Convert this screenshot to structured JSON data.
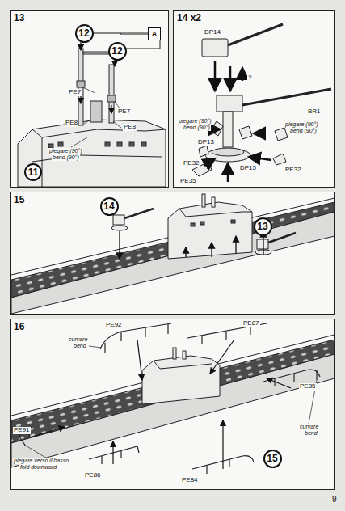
{
  "diagram": {
    "nodes": [
      {
        "text": [
          "13"
        ]
      },
      {
        "text": [
          "12"
        ],
        "in": 0
      },
      {
        "text": [
          "12"
        ],
        "in": 0
      },
      {
        "text": [
          "A"
        ],
        "in": 0
      },
      {
        "text": [
          "11"
        ],
        "in": 0
      },
      {
        "text": [
          "14 x2"
        ]
      },
      {
        "text": [
          "15"
        ]
      },
      {
        "text": [
          "14"
        ],
        "in": 6
      },
      {
        "text": [
          "13"
        ],
        "in": 6
      },
      {
        "text": [
          "16"
        ]
      },
      {
        "text": [
          "15"
        ],
        "in": 9
      }
    ],
    "edges": [
      {
        "from": 1,
        "to": 3,
        "arrow": "none"
      }
    ],
    "labels": [
      "PE7",
      "PE7",
      "PE8",
      "PE8",
      "piegare (90°)",
      "bend (90°)",
      "DP14",
      "?",
      "BR1",
      "piegare (90°)",
      "bend (90°)",
      "DP13",
      "PE32",
      "PE35",
      "DP15",
      "PE32",
      "piegare (90°)",
      "bend (90°)",
      "PE92",
      "PE87",
      "PE85",
      "curvare",
      "bend",
      "curvare",
      "bend",
      "PE91",
      "piegare verso il basso",
      "fold downward",
      "PE86",
      "PE84",
      "9"
    ]
  }
}
